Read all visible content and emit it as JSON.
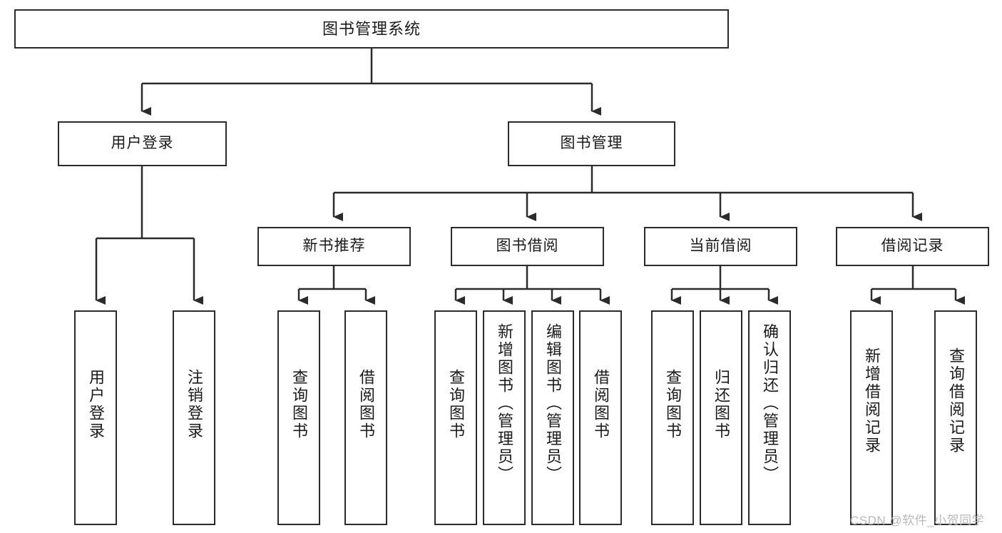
{
  "diagram": {
    "type": "tree-hierarchy",
    "title": "图书管理系统",
    "watermark": "CSDN @软件_小贺同学",
    "colors": {
      "background": "#ffffff",
      "border": "#2b2b2b",
      "text": "#1a1a1a",
      "edge": "#2b2b2b",
      "watermark": "#b9b9b9"
    },
    "nodes": {
      "root": {
        "label": "图书管理系统"
      },
      "level2": [
        {
          "id": "user-login",
          "label": "用户登录"
        },
        {
          "id": "book-manage",
          "label": "图书管理"
        }
      ],
      "level3": [
        {
          "id": "new-book-recommend",
          "label": "新书推荐"
        },
        {
          "id": "book-borrow",
          "label": "图书借阅"
        },
        {
          "id": "current-borrow",
          "label": "当前借阅"
        },
        {
          "id": "borrow-record",
          "label": "借阅记录"
        }
      ],
      "leaves": {
        "user_login": [
          {
            "id": "leaf-user-login",
            "label": "用户登录"
          },
          {
            "id": "leaf-logout-login",
            "label": "注销登录"
          }
        ],
        "new_book_recommend": [
          {
            "id": "leaf-query-book-1",
            "label": "查询图书"
          },
          {
            "id": "leaf-borrow-book-1",
            "label": "借阅图书"
          }
        ],
        "book_borrow": [
          {
            "id": "leaf-query-book-2",
            "label": "查询图书"
          },
          {
            "id": "leaf-add-book",
            "label": "新增图书（管理员）"
          },
          {
            "id": "leaf-edit-book",
            "label": "编辑图书（管理员）"
          },
          {
            "id": "leaf-borrow-book-2",
            "label": "借阅图书"
          }
        ],
        "current_borrow": [
          {
            "id": "leaf-query-book-3",
            "label": "查询图书"
          },
          {
            "id": "leaf-return-book",
            "label": "归还图书"
          },
          {
            "id": "leaf-confirm-return",
            "label": "确认归还（管理员）"
          }
        ],
        "borrow_record": [
          {
            "id": "leaf-add-record",
            "label": "新增借阅记录"
          },
          {
            "id": "leaf-query-record",
            "label": "查询借阅记录"
          }
        ]
      }
    }
  }
}
